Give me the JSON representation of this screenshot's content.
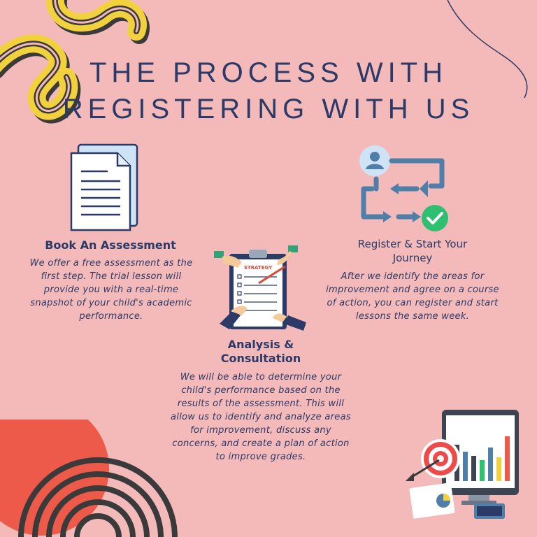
{
  "title": {
    "line1": "The process with",
    "line2": "registering with us"
  },
  "steps": [
    {
      "heading": "Book An Assessment",
      "text": "We offer a free assessment as the first step. The trial lesson will provide you with a real-time snapshot of your child's academic performance."
    },
    {
      "heading_line1": "Analysis &",
      "heading_line2": "Consultation",
      "text": "We will be able to determine your child's performance based on the results of the assessment. This will allow us to identify and analyze areas for improvement, discuss any concerns, and create a plan of action to improve grades."
    },
    {
      "heading_line1": "Register & Start Your",
      "heading_line2": "Journey",
      "text": "After we identify the areas for improvement and agree on a course of action, you can register and start lessons the same week."
    }
  ],
  "clipboard_label": "STRATEGY",
  "colors": {
    "background": "#f4b9b9",
    "text": "#2b3a67",
    "squiggle_yellow": "#f2d23c",
    "squiggle_dark": "#3a3a3a",
    "circle_coral": "#ee5a4a",
    "icon_blue": "#4f7fa8",
    "check_green": "#2fbf71"
  }
}
